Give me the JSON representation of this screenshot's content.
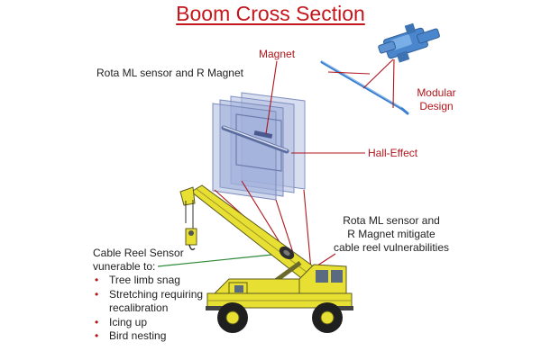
{
  "title": "Boom Cross Section",
  "labels": {
    "magnet": "Magnet",
    "rota_ml_left": "Rota ML sensor and R Magnet",
    "modular_design_line1": "Modular",
    "modular_design_line2": "Design",
    "hall_effect": "Hall-Effect",
    "mitigate_line1": "Rota ML sensor and",
    "mitigate_line2": "R Magnet mitigate",
    "mitigate_line3": "cable reel vulnerabilities",
    "cable_reel_line1": "Cable Reel Sensor",
    "cable_reel_line2": "vunerable to:"
  },
  "vulnerabilities": [
    "Tree limb snag",
    "Stretching requiring",
    "recalibration",
    "Icing up",
    "Bird nesting"
  ],
  "bullet_flags": [
    true,
    true,
    false,
    true,
    true
  ],
  "colors": {
    "title_red": "#c4161c",
    "callout_red": "#b0151b",
    "callout_green": "#2e8b3a",
    "crane_yellow": "#e8df33",
    "panel_blue": "#a9b8dd",
    "sensor_blue": "#3a7fd0"
  }
}
